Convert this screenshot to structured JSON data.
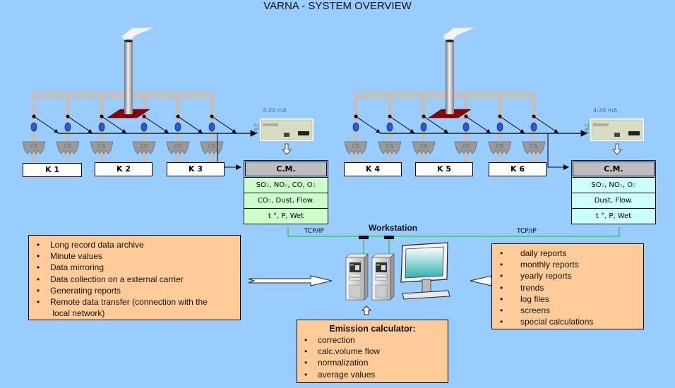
{
  "title": "VARNA - SYSTEM OVERVIEW",
  "colors": {
    "background": "#99ccff",
    "duct": "#c0c0c0",
    "stack_base": "#8b0000",
    "valve": "#2a5bd7",
    "cm_header": "#bdbdbd",
    "cm_left_rows": "#ccffcc",
    "cm_right_rows": "#ccffff",
    "panel": "#ffcc99",
    "network_line": "#33cc66"
  },
  "left_plant": {
    "cs_label": "CS",
    "boilers": [
      "K 1",
      "K 2",
      "K 3"
    ],
    "signal_label": "4-20 mA",
    "plc_label": "PLC",
    "cm": {
      "header": "C.M.",
      "rows": [
        {
          "parts": [
            "SO",
            "2",
            ", NO",
            "x",
            ", CO, O",
            "2"
          ]
        },
        {
          "parts": [
            "CO",
            "2",
            ", Dust, Flow.",
            "",
            "",
            ""
          ]
        },
        {
          "parts": [
            "t °, P, Wet",
            "",
            "",
            "",
            "",
            ""
          ]
        }
      ]
    }
  },
  "right_plant": {
    "cs_label": "CS",
    "boilers": [
      "K 4",
      "K 5",
      "K 6"
    ],
    "signal_label": "4-20 mA",
    "plc_label": "PLC",
    "cm": {
      "header": "C.M.",
      "rows": [
        {
          "parts": [
            "SO",
            "2",
            ", NO",
            "x",
            ", O",
            "2"
          ]
        },
        {
          "parts": [
            "Dust, Flow.",
            "",
            "",
            "",
            "",
            ""
          ]
        },
        {
          "parts": [
            "t °, P, Wet",
            "",
            "",
            "",
            "",
            ""
          ]
        }
      ]
    }
  },
  "network": {
    "left_label": "TCP/IP",
    "right_label": "TCP/IP",
    "workstation_label": "Workstation"
  },
  "archive_panel": {
    "bullet": "•",
    "items": [
      "Long record data archive",
      "Minute values",
      "Data mirroring",
      "Data collection on a external carrier",
      "Generating reports",
      "Remote data transfer (connection with the",
      " local network)"
    ]
  },
  "reports_panel": {
    "bullet": "•",
    "items": [
      "daily reports",
      "monthly reports",
      "yearly reports",
      "trends",
      "log files",
      "screens",
      "special calculations"
    ]
  },
  "emission_panel": {
    "title": "Emission calculator:",
    "bullet": "•",
    "items": [
      "correction",
      "calc.volume flow",
      "normalization",
      "average values"
    ]
  }
}
